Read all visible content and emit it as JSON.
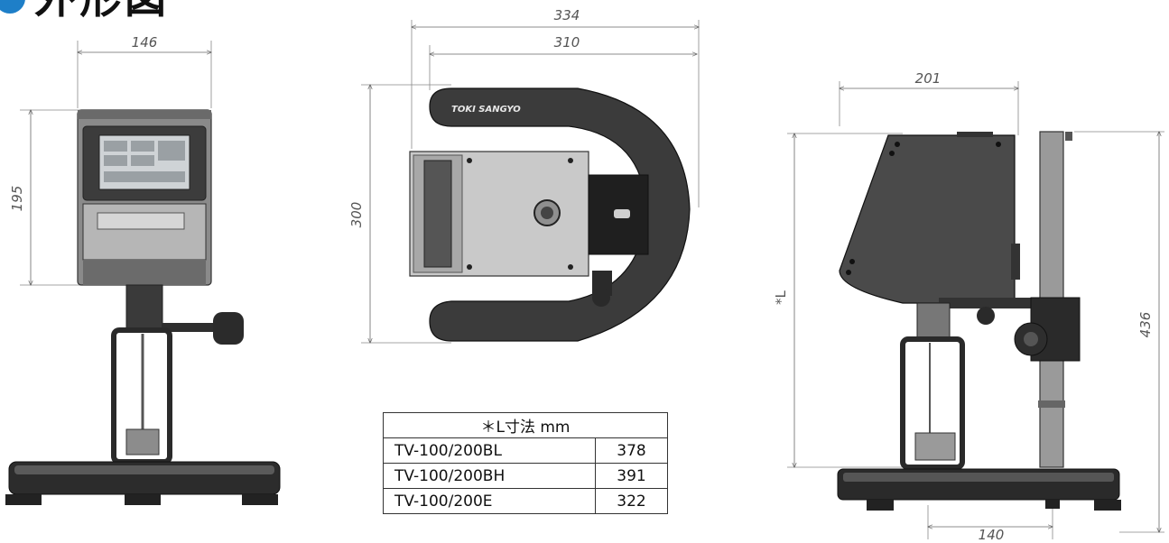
{
  "title": {
    "text": "外形図"
  },
  "dimensions": {
    "front_width": "146",
    "front_height": "195",
    "top_width_outer": "334",
    "top_width_inner": "310",
    "top_depth": "300",
    "side_depth": "201",
    "side_height": "436",
    "side_base": "140",
    "side_l_label": "*L"
  },
  "device": {
    "brand_text": "TOKI SANGYO"
  },
  "l_table": {
    "header": "＊L寸法 mm",
    "rows": [
      {
        "model": "TV-100/200BL",
        "value": "378"
      },
      {
        "model": "TV-100/200BH",
        "value": "391"
      },
      {
        "model": "TV-100/200E",
        "value": "322"
      }
    ]
  },
  "colors": {
    "accent": "#1e7fc8",
    "body_dark": "#4a4a4a",
    "panel_light": "#d9d9d9"
  }
}
